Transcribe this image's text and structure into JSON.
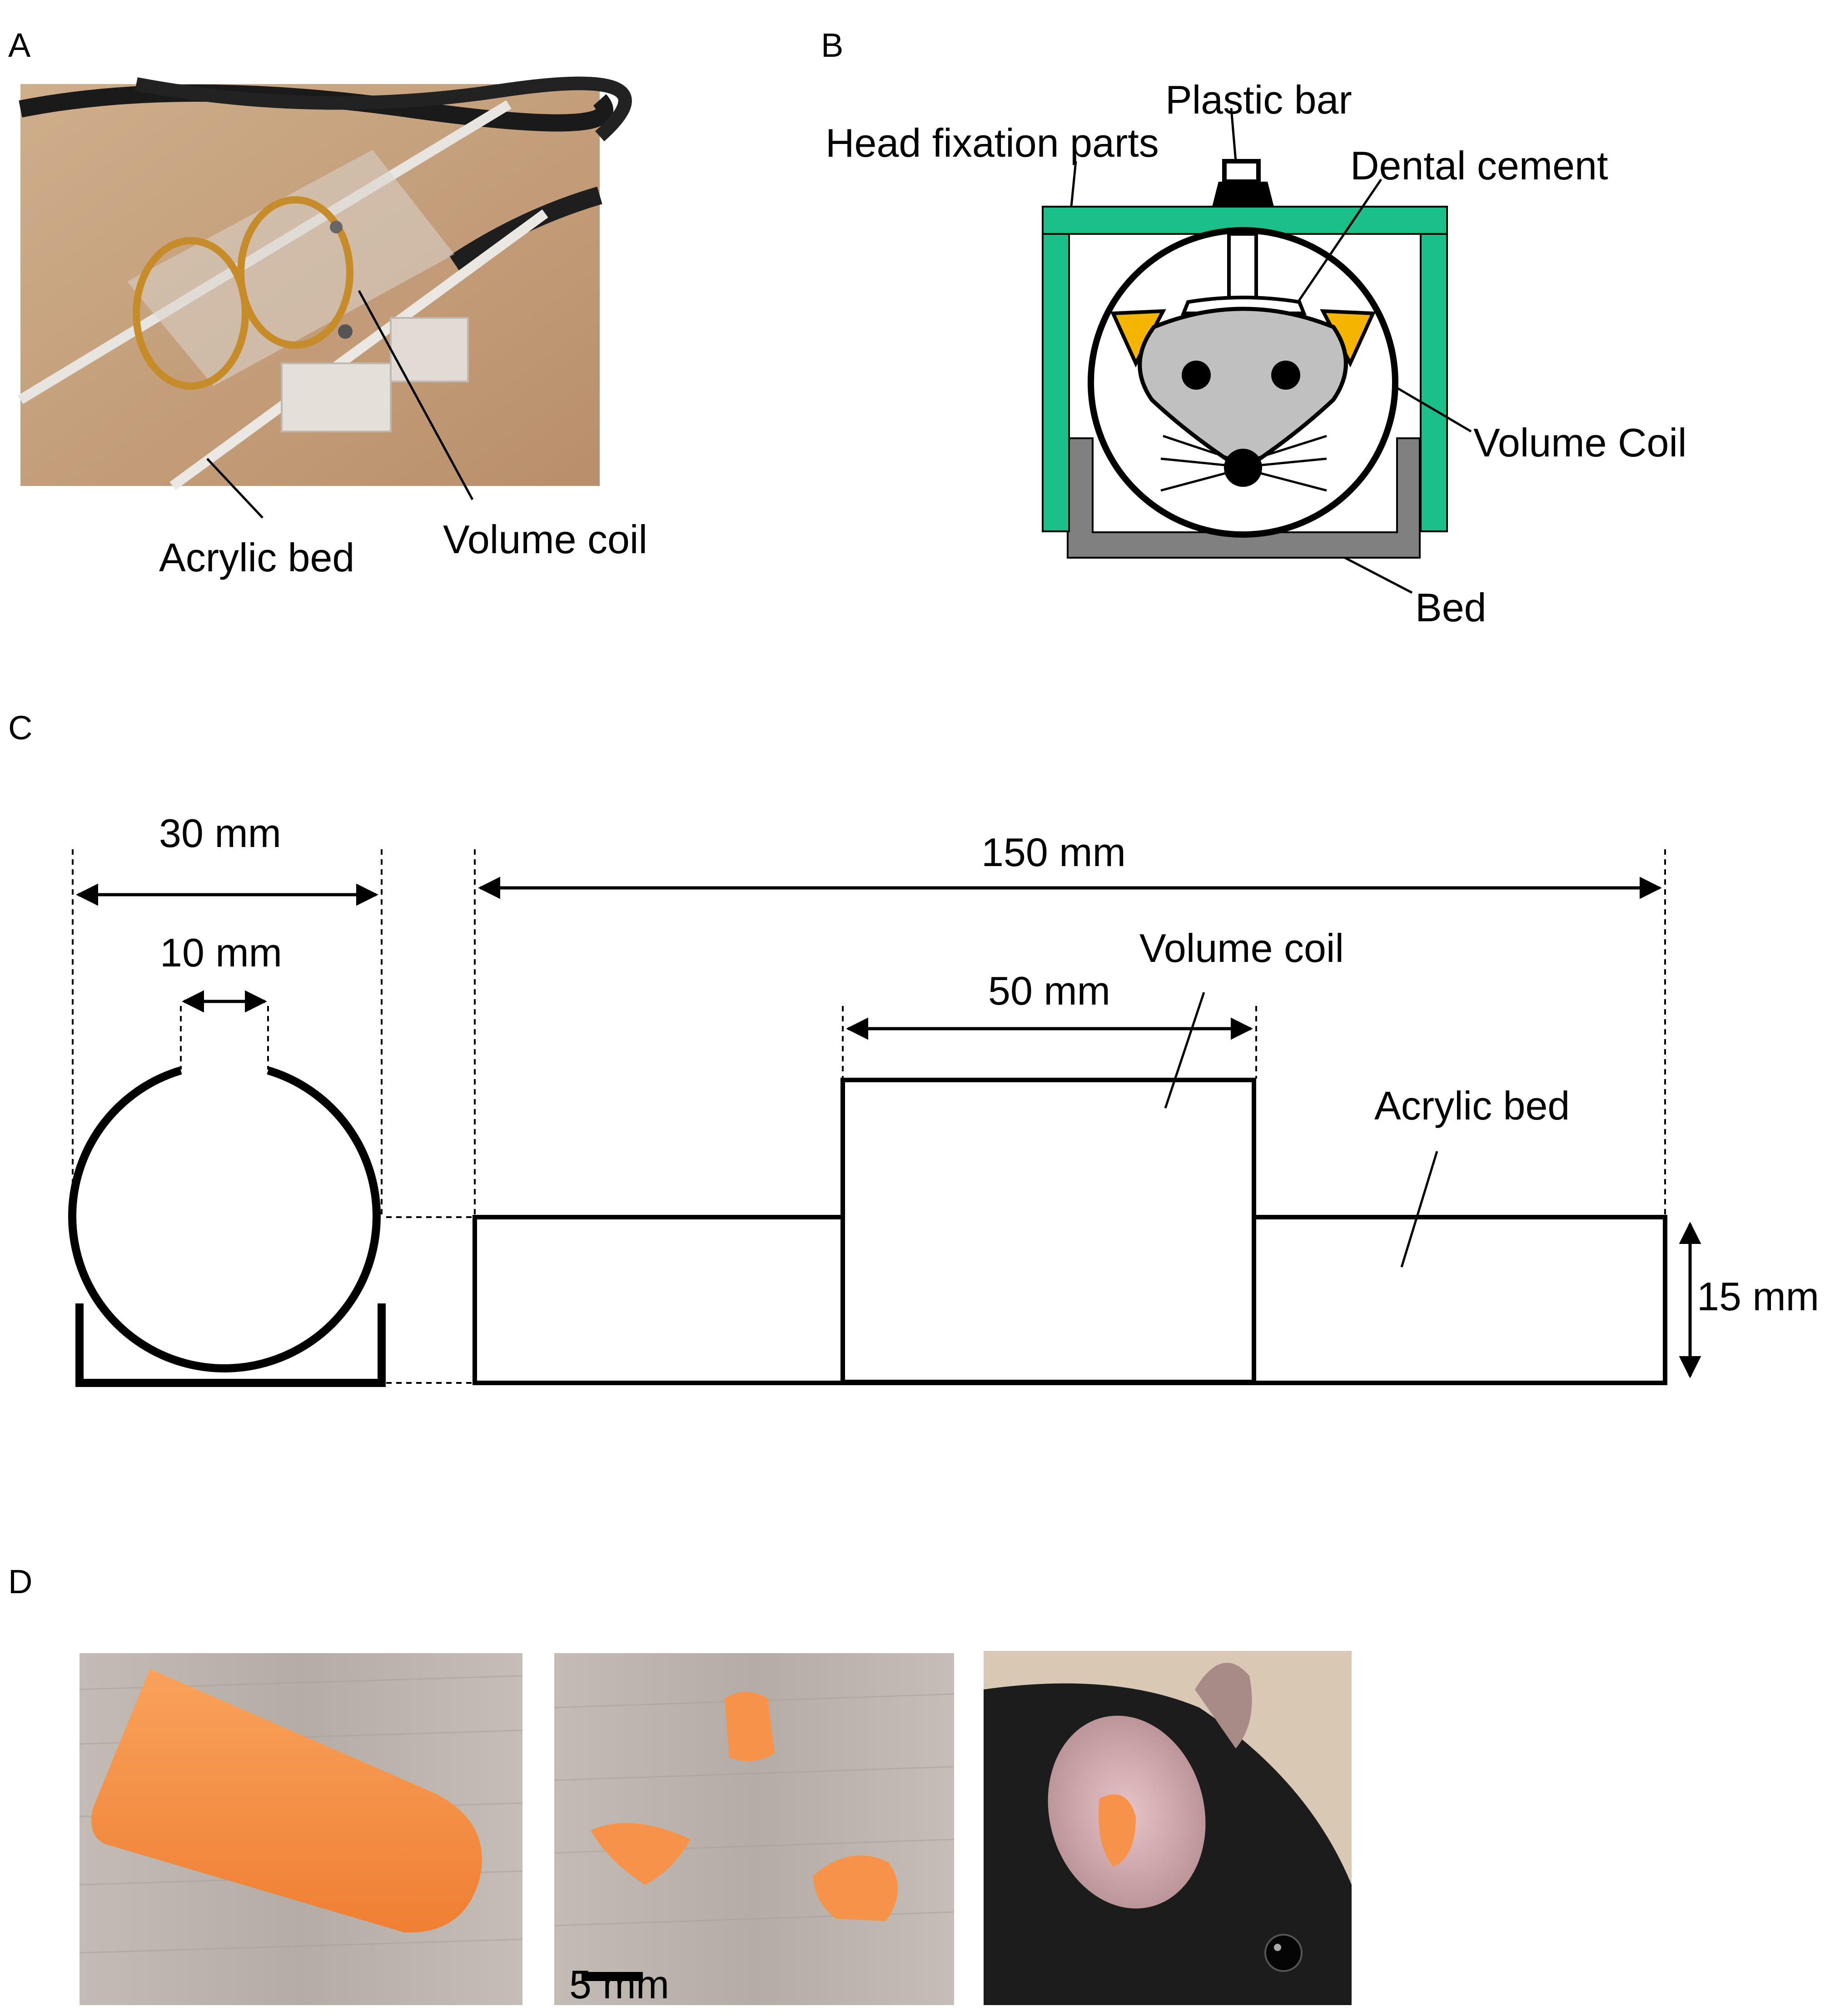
{
  "panels": {
    "a": {
      "letter": "A",
      "labels": {
        "acrylic_bed": "Acrylic bed",
        "volume_coil": "Volume coil"
      }
    },
    "b": {
      "letter": "B",
      "labels": {
        "plastic_bar": "Plastic bar",
        "head_fixation_parts": "Head fixation parts",
        "dental_cement": "Dental cement",
        "volume_coil": "Volume Coil",
        "bed": "Bed"
      }
    },
    "c": {
      "letter": "C",
      "labels": {
        "dim_30": "30 mm",
        "dim_10": "10 mm",
        "dim_150": "150 mm",
        "dim_50": "50 mm",
        "volume_coil": "Volume coil",
        "acrylic_bed": "Acrylic bed",
        "dim_15": "15 mm"
      }
    },
    "d": {
      "letter": "D",
      "labels": {
        "scale_bar": "5 mm"
      }
    }
  },
  "colors": {
    "head_fixation": "#1bbf8a",
    "bed_gray": "#808080",
    "mouse_gray": "#c0c0c0",
    "ear_orange": "#f5b400",
    "earplug_orange": "#f7934a",
    "table_gray": "#b9b3ab",
    "cardboard": "#c9a27f",
    "mouse_fur": "#1c1c1c"
  }
}
